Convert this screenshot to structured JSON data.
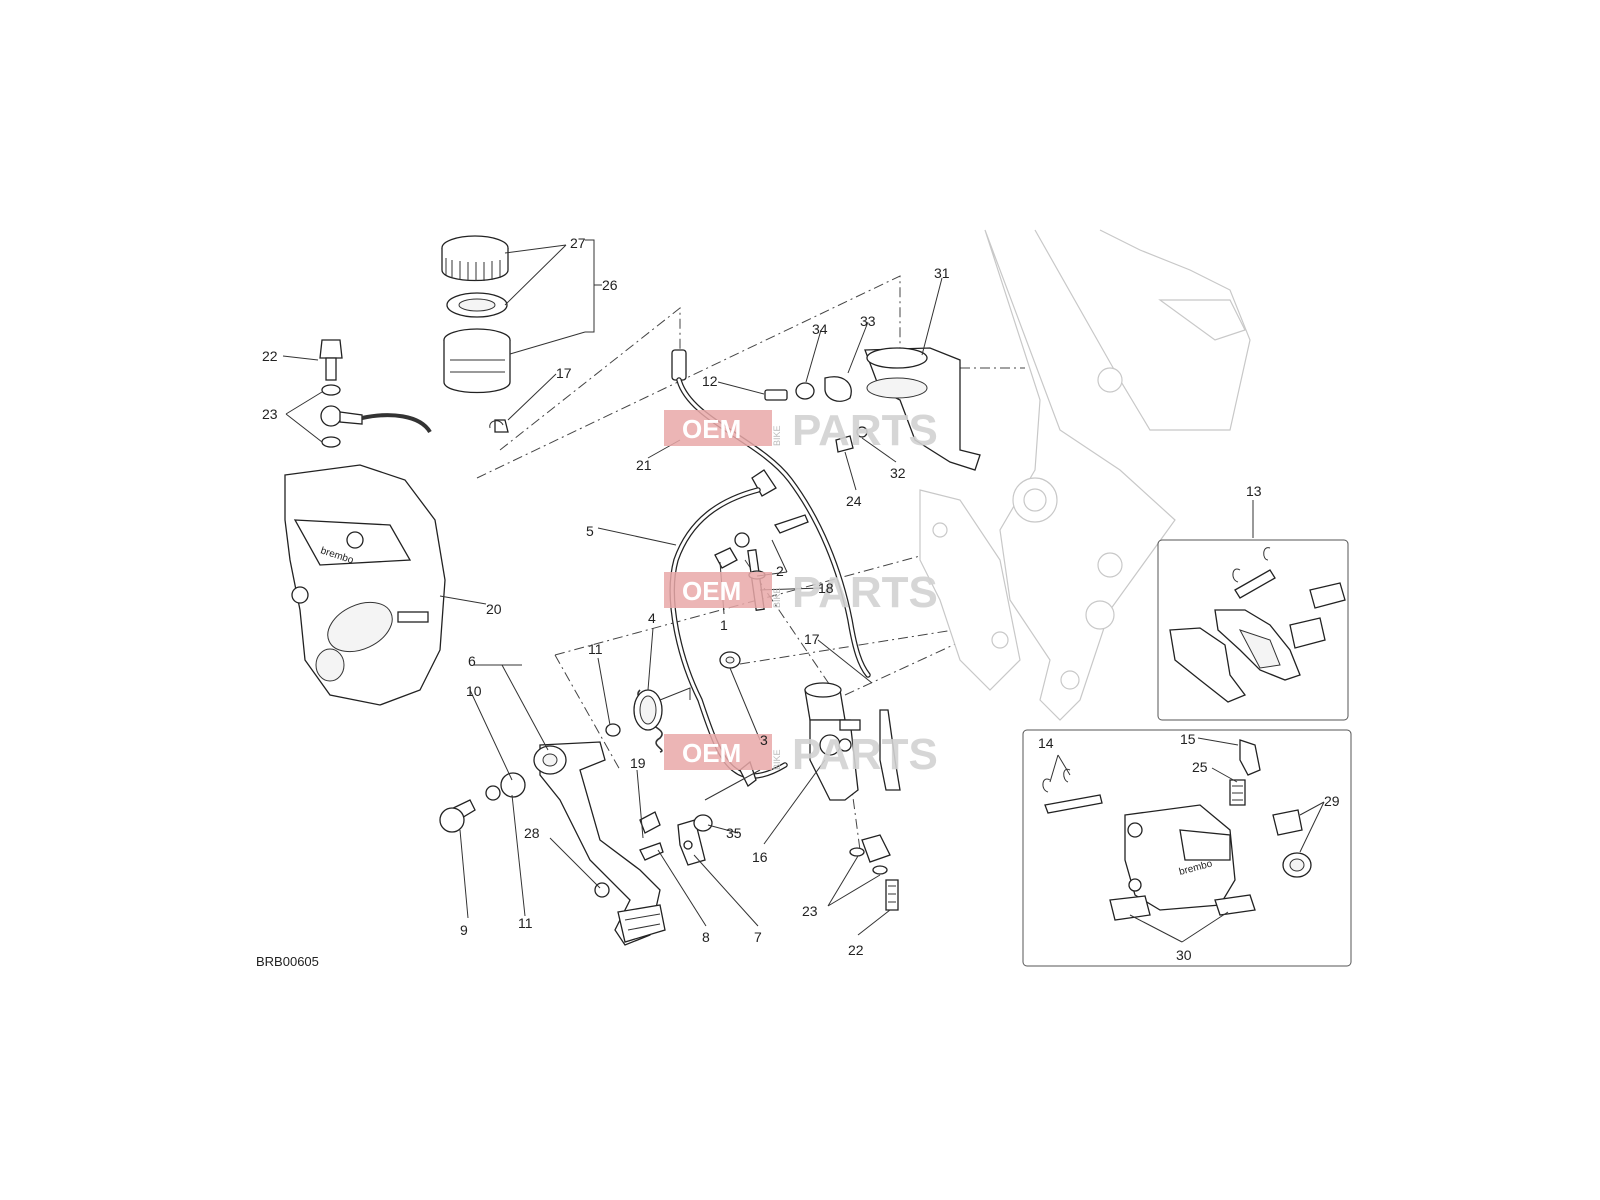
{
  "diagram_code": "BRB00605",
  "watermark": {
    "brand": "OEM",
    "sub": "BIKE",
    "suffix": "PARTS"
  },
  "callouts": {
    "c1": "1",
    "c2": "2",
    "c3": "3",
    "c4": "4",
    "c5": "5",
    "c6": "6",
    "c7": "7",
    "c8": "8",
    "c9": "9",
    "c10": "10",
    "c11a": "11",
    "c11b": "11",
    "c12": "12",
    "c13": "13",
    "c14": "14",
    "c15": "15",
    "c16": "16",
    "c17a": "17",
    "c17b": "17",
    "c18": "18",
    "c19": "19",
    "c20": "20",
    "c21": "21",
    "c22a": "22",
    "c22b": "22",
    "c23a": "23",
    "c23b": "23",
    "c24": "24",
    "c25": "25",
    "c26": "26",
    "c27": "27",
    "c28": "28",
    "c29": "29",
    "c30": "30",
    "c31": "31",
    "c32": "32",
    "c33": "33",
    "c34": "34",
    "c35": "35"
  },
  "colors": {
    "watermark_red": "#e9a8a8",
    "watermark_grey": "#d2d2d2",
    "line": "#222222"
  }
}
